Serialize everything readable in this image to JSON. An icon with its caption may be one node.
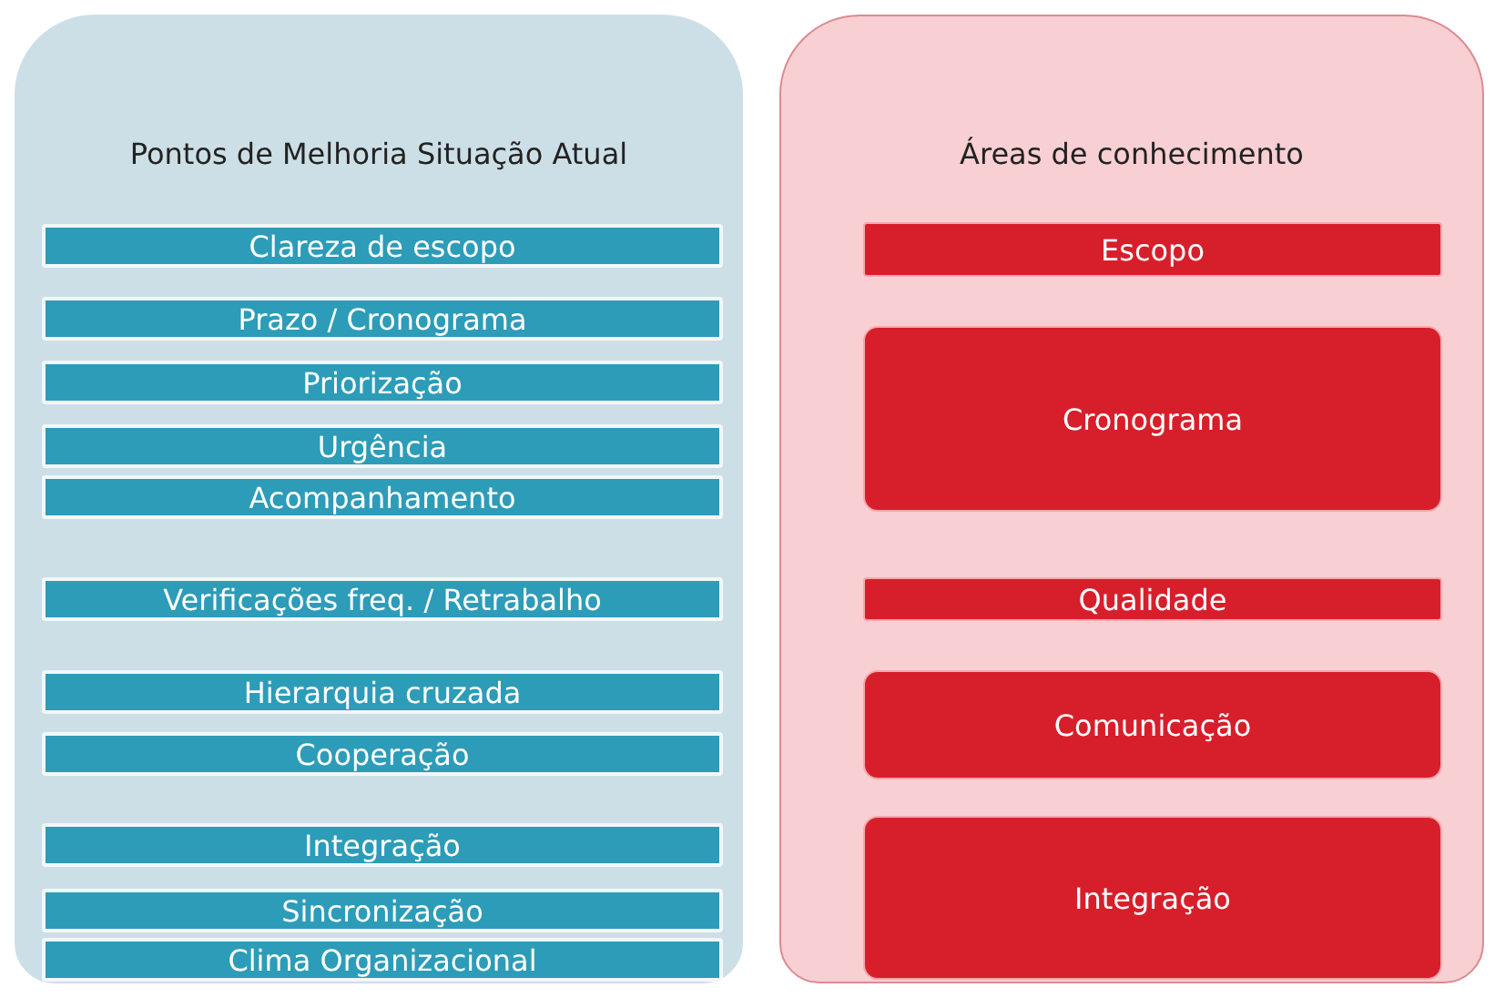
{
  "diagram": {
    "nodes": [
      {
        "text": [
          "Pontos de Melhoria Situação Atual"
        ]
      },
      {
        "text": [
          "Clareza de escopo"
        ],
        "in": 0
      },
      {
        "text": [
          "Prazo / Cronograma"
        ],
        "in": 0
      },
      {
        "text": [
          "Priorização"
        ],
        "in": 0
      },
      {
        "text": [
          "Urgência"
        ],
        "in": 0
      },
      {
        "text": [
          "Acompanhamento"
        ],
        "in": 0
      },
      {
        "text": [
          "Verificações freq. / Retrabalho"
        ],
        "in": 0
      },
      {
        "text": [
          "Hierarquia cruzada"
        ],
        "in": 0
      },
      {
        "text": [
          "Cooperação"
        ],
        "in": 0
      },
      {
        "text": [
          "Integração"
        ],
        "in": 0
      },
      {
        "text": [
          "Sincronização"
        ],
        "in": 0
      },
      {
        "text": [
          "Clima Organizacional"
        ],
        "in": 0
      },
      {
        "text": [
          "Áreas de conhecimento"
        ]
      },
      {
        "text": [
          "Escopo"
        ],
        "in": 12
      },
      {
        "text": [
          "Cronograma"
        ],
        "in": 12
      },
      {
        "text": [
          "Qualidade"
        ],
        "in": 12
      },
      {
        "text": [
          "Comunicação"
        ],
        "in": 12
      },
      {
        "text": [
          "Integração"
        ],
        "in": 12
      }
    ]
  }
}
